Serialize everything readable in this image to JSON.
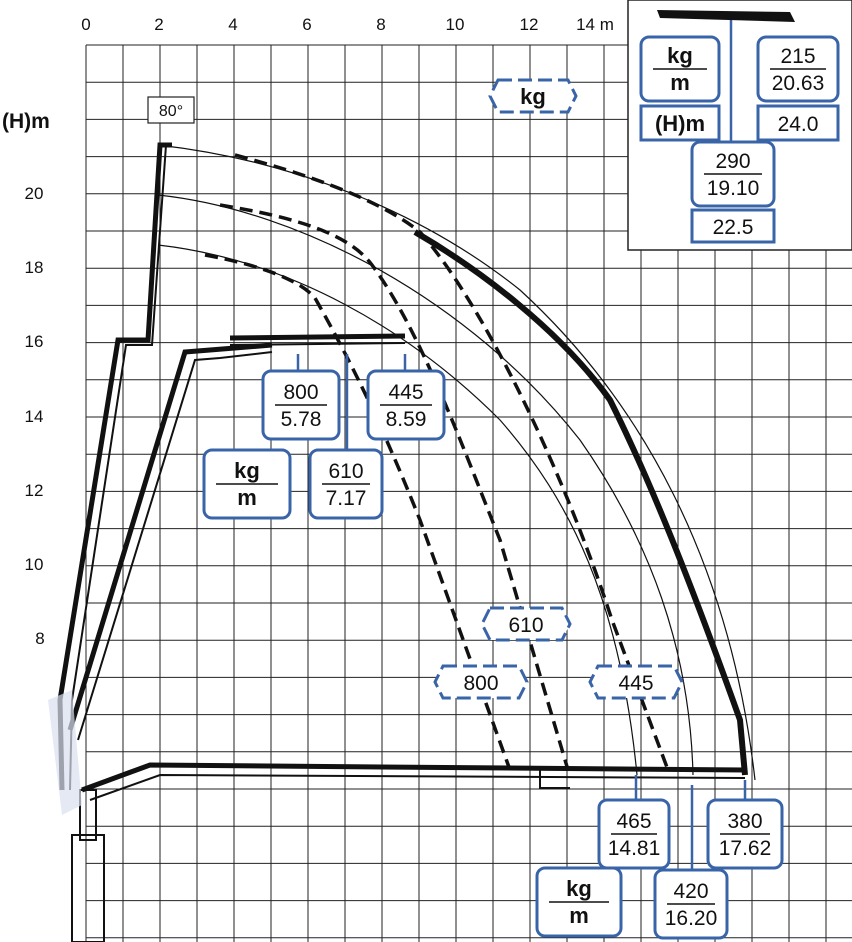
{
  "x_axis": {
    "ticks": [
      "0",
      "2",
      "4",
      "6",
      "8",
      "10",
      "12",
      "14 m"
    ]
  },
  "y_axis": {
    "label": "(H)m",
    "ticks": [
      "20",
      "18",
      "16",
      "14",
      "12",
      "10",
      "8"
    ]
  },
  "angle_label": "80°",
  "unit_kg": "kg",
  "unit_m": "m",
  "unit_h": "(H)m",
  "outline_color": "#3a64a8",
  "load_points": [
    {
      "kg": "800",
      "m": "5.78"
    },
    {
      "kg": "445",
      "m": "8.59"
    },
    {
      "kg": "610",
      "m": "7.17"
    },
    {
      "kg": "465",
      "m": "14.81"
    },
    {
      "kg": "380",
      "m": "17.62"
    },
    {
      "kg": "420",
      "m": "16.20"
    }
  ],
  "curve_labels": [
    "610",
    "800",
    "445"
  ],
  "inset": {
    "top_right": {
      "kg": "215",
      "m": "20.63",
      "h": "24.0"
    },
    "center": {
      "kg": "290",
      "m": "19.10",
      "h": "22.5"
    }
  }
}
